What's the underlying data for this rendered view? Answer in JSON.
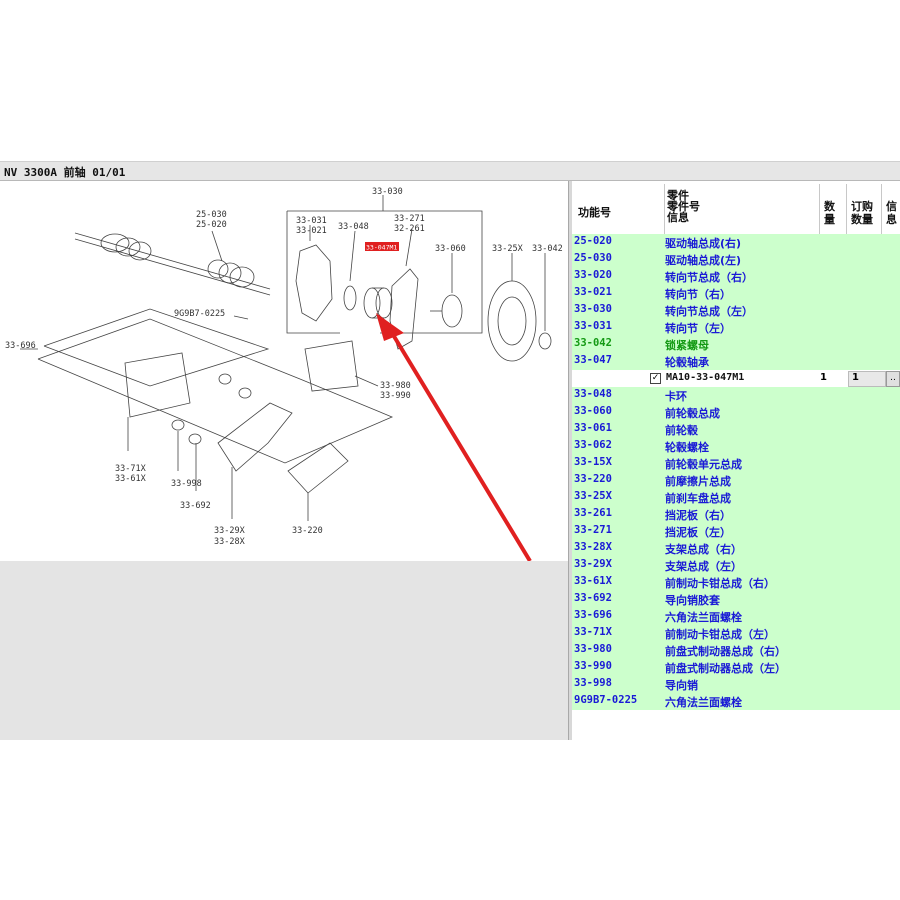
{
  "window": {
    "title": "NV 3300A 前轴 01/01"
  },
  "diagram": {
    "labels": {
      "l33030": "33-030",
      "l25030": "25-030",
      "l25020": "25-020",
      "l33031": "33-031",
      "l33021": "33-021",
      "l33048": "33-048",
      "l33271": "33-271",
      "l32261": "32-261",
      "l33060": "33-060",
      "l3325x": "33-25X",
      "l33042": "33-042",
      "l33047": "33-047M1",
      "l9g9b7": "9G9B7-0225",
      "l33696": "33-696",
      "l33980": "33-980",
      "l33990": "33-990",
      "l3371x": "33-71X",
      "l3361x": "33-61X",
      "l33998": "33-998",
      "l33692": "33-692",
      "l3329x": "33-29X",
      "l3328x": "33-28X",
      "l33220": "33-220"
    },
    "highlight_color": "#e02020"
  },
  "grid": {
    "headers": {
      "func": "功能号",
      "part_a": "零件",
      "part_b": "零件号",
      "part_c": "信息",
      "qty_a": "数",
      "qty_b": "量",
      "order_a": "订购",
      "order_b": "数量",
      "info_a": "信",
      "info_b": "息"
    },
    "rows": [
      {
        "code": "25-020",
        "name": "驱动轴总成(右)"
      },
      {
        "code": "25-030",
        "name": "驱动轴总成(左)"
      },
      {
        "code": "33-020",
        "name": "转向节总成（右）"
      },
      {
        "code": "33-021",
        "name": "转向节（右）"
      },
      {
        "code": "33-030",
        "name": "转向节总成（左）"
      },
      {
        "code": "33-031",
        "name": "转向节（左）"
      },
      {
        "code": "33-042",
        "name": "锁紧螺母"
      },
      {
        "code": "33-047",
        "name": "轮毂轴承"
      },
      {
        "code": "33-048",
        "name": "卡环"
      },
      {
        "code": "33-060",
        "name": "前轮毂总成"
      },
      {
        "code": "33-061",
        "name": "前轮毂"
      },
      {
        "code": "33-062",
        "name": "轮毂螺栓"
      },
      {
        "code": "33-15X",
        "name": "前轮毂单元总成"
      },
      {
        "code": "33-220",
        "name": "前摩擦片总成"
      },
      {
        "code": "33-25X",
        "name": "前刹车盘总成"
      },
      {
        "code": "33-261",
        "name": "挡泥板（右）"
      },
      {
        "code": "33-271",
        "name": "挡泥板（左）"
      },
      {
        "code": "33-28X",
        "name": "支架总成（右）"
      },
      {
        "code": "33-29X",
        "name": "支架总成（左）"
      },
      {
        "code": "33-61X",
        "name": "前制动卡钳总成（右）"
      },
      {
        "code": "33-692",
        "name": "导向销胶套"
      },
      {
        "code": "33-696",
        "name": "六角法兰面螺栓"
      },
      {
        "code": "33-71X",
        "name": "前制动卡钳总成（左）"
      },
      {
        "code": "33-980",
        "name": "前盘式制动器总成（右）"
      },
      {
        "code": "33-990",
        "name": "前盘式制动器总成（左）"
      },
      {
        "code": "33-998",
        "name": "导向销"
      },
      {
        "code": "9G9B7-0225",
        "name": "六角法兰面螺栓"
      }
    ],
    "selected": {
      "part_no": "MA10-33-047M1",
      "qty": "1",
      "order_qty": "1",
      "more": ".."
    }
  }
}
